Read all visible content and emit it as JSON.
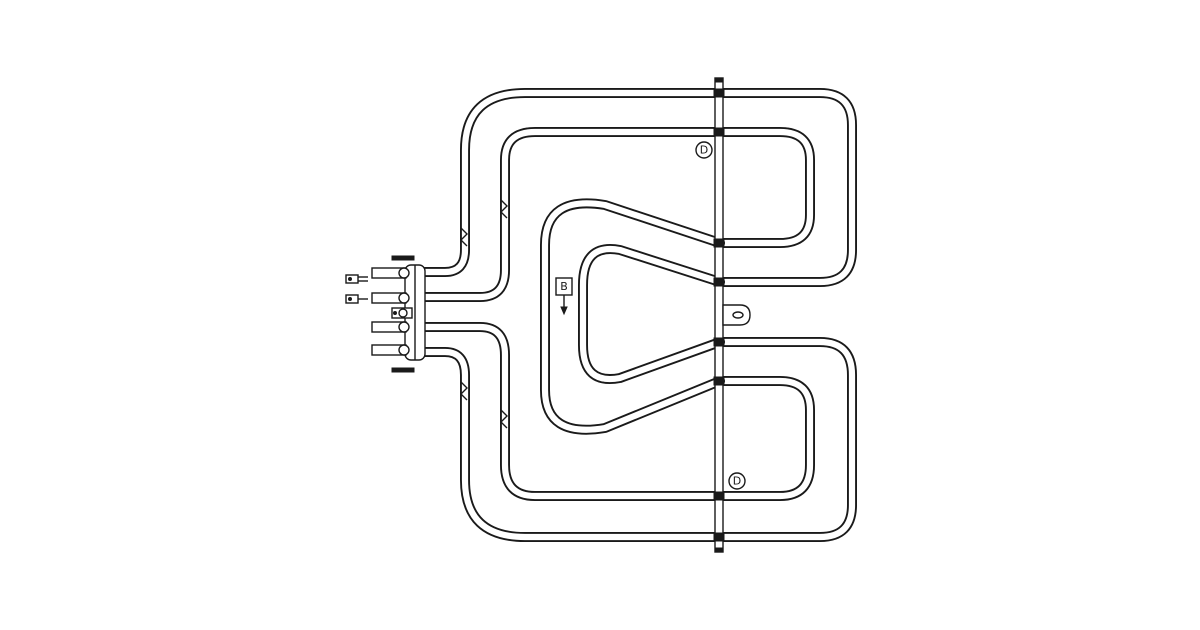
{
  "labels": {
    "callout_top": "D",
    "callout_bottom": "D",
    "view_marker": "B"
  },
  "colors": {
    "line": "#1a1a1a",
    "background": "#ffffff"
  }
}
